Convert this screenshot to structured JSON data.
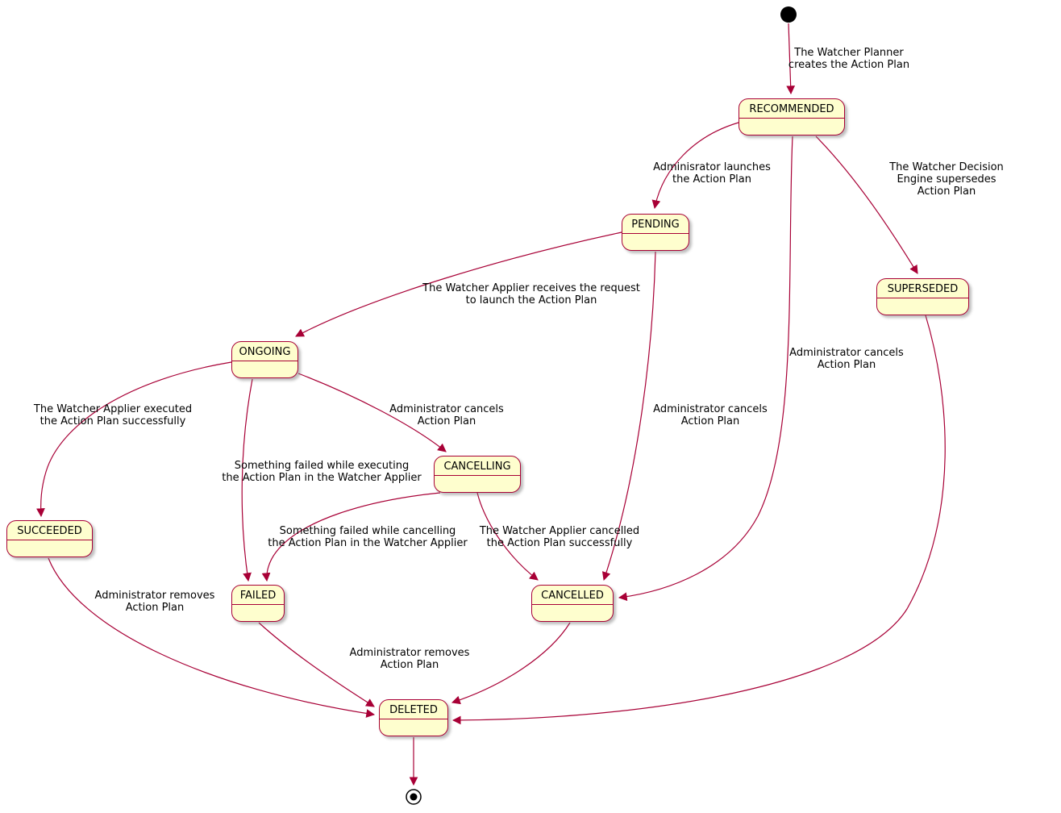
{
  "diagram": {
    "type": "state-diagram",
    "colors": {
      "state_fill": "#FEFECE",
      "state_border": "#A80036",
      "arrow": "#A80036",
      "text": "#000000"
    },
    "states": [
      {
        "id": "recommended",
        "label": "RECOMMENDED"
      },
      {
        "id": "pending",
        "label": "PENDING"
      },
      {
        "id": "superseded",
        "label": "SUPERSEDED"
      },
      {
        "id": "ongoing",
        "label": "ONGOING"
      },
      {
        "id": "cancelling",
        "label": "CANCELLING"
      },
      {
        "id": "succeeded",
        "label": "SUCCEEDED"
      },
      {
        "id": "failed",
        "label": "FAILED"
      },
      {
        "id": "cancelled",
        "label": "CANCELLED"
      },
      {
        "id": "deleted",
        "label": "DELETED"
      }
    ],
    "transitions": [
      {
        "from": "start",
        "to": "RECOMMENDED",
        "label": "The Watcher Planner\ncreates the Action Plan"
      },
      {
        "from": "RECOMMENDED",
        "to": "PENDING",
        "label": "Adminisrator launches\nthe Action Plan"
      },
      {
        "from": "RECOMMENDED",
        "to": "SUPERSEDED",
        "label": "The Watcher Decision Engine supersedes\nAction Plan"
      },
      {
        "from": "RECOMMENDED",
        "to": "CANCELLED",
        "label": "Administrator cancels\nAction Plan"
      },
      {
        "from": "PENDING",
        "to": "ONGOING",
        "label": "The Watcher Applier receives the request\nto launch the Action Plan"
      },
      {
        "from": "PENDING",
        "to": "CANCELLED",
        "label": "Administrator cancels\nAction Plan"
      },
      {
        "from": "ONGOING",
        "to": "SUCCEEDED",
        "label": "The Watcher Applier executed\nthe Action Plan successfully"
      },
      {
        "from": "ONGOING",
        "to": "CANCELLING",
        "label": "Administrator cancels\nAction Plan"
      },
      {
        "from": "ONGOING",
        "to": "FAILED",
        "label": "Something failed while executing\nthe Action Plan in the Watcher Applier"
      },
      {
        "from": "CANCELLING",
        "to": "FAILED",
        "label": "Something failed while cancelling\nthe Action Plan in the Watcher Applier"
      },
      {
        "from": "CANCELLING",
        "to": "CANCELLED",
        "label": "The Watcher Applier cancelled\nthe Action Plan successfully"
      },
      {
        "from": "SUCCEEDED",
        "to": "DELETED",
        "label": "Administrator removes\nAction Plan"
      },
      {
        "from": "FAILED",
        "to": "DELETED",
        "label": "Administrator removes\nAction Plan"
      },
      {
        "from": "CANCELLED",
        "to": "DELETED",
        "label": ""
      },
      {
        "from": "SUPERSEDED",
        "to": "DELETED",
        "label": ""
      },
      {
        "from": "DELETED",
        "to": "end",
        "label": ""
      }
    ]
  }
}
